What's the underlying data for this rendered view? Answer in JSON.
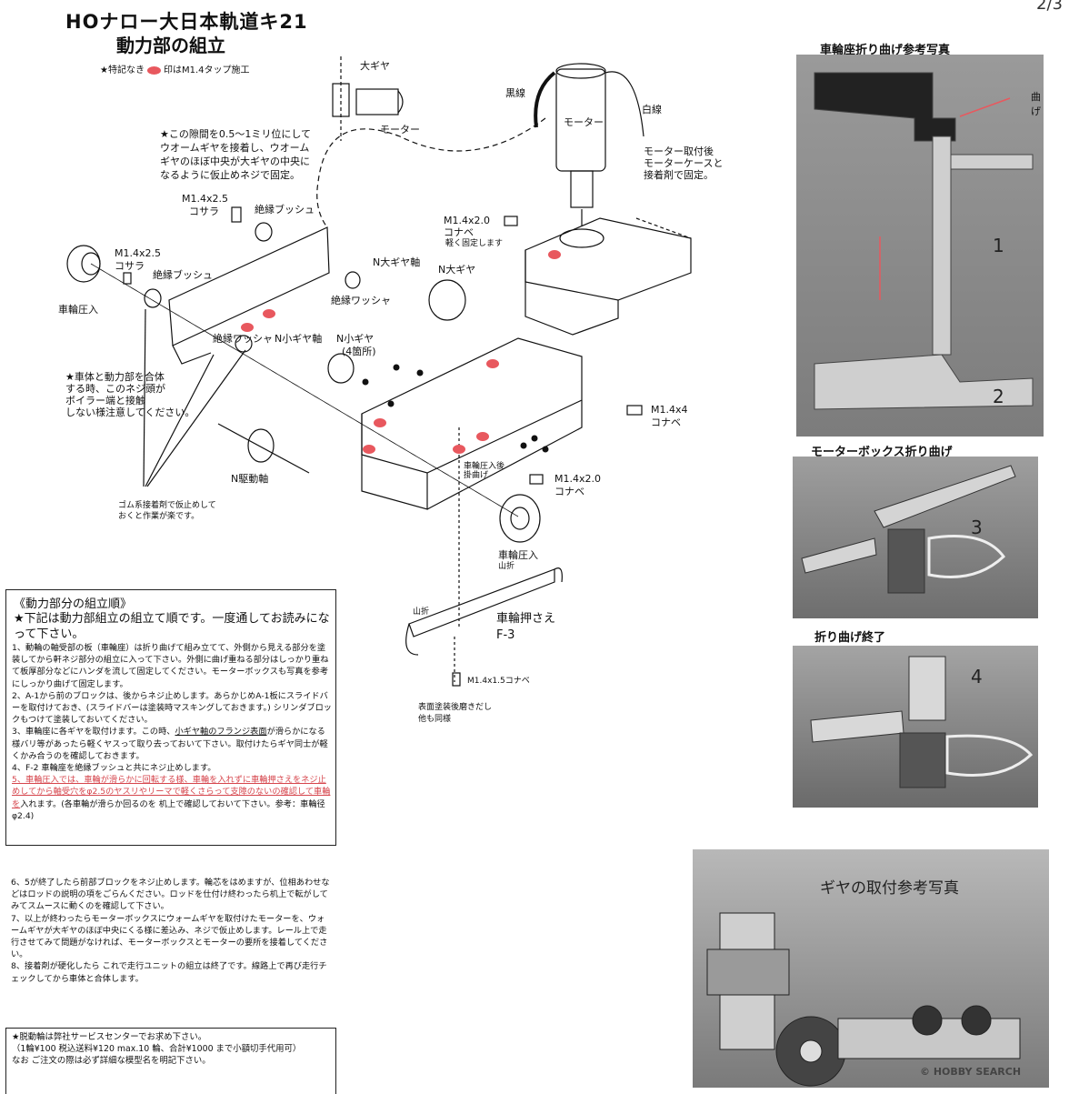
{
  "header": {
    "title_line1": "HOナロー大日本軌道キ21",
    "title_line2": "動力部の組立",
    "tap_note_pre": "★特記なき",
    "tap_note_post": "印はM1.4タップ施工",
    "page_number": "2/3"
  },
  "diagram_labels": {
    "big_gear_top": "大ギヤ",
    "motor_top": "モーター",
    "black_wire": "黒線",
    "white_wire": "白線",
    "motor_label": "モーター",
    "motor_mount_note": "モーター取付後\nモーターケースと\n接着剤で固定。",
    "gap_note": "★この隙間を0.5～1ミリ位にして\nウオームギヤを接着し、ウオーム\nギヤのほぼ中央が大ギヤの中央に\nなるように仮止めネジで固定。",
    "screw_a_spec": "M1.4x2.5",
    "screw_a_name": "コサラ",
    "insul_bush_a": "絶縁ブッシュ",
    "screw_b_spec": "M1.4x2.5",
    "screw_b_name": "コサラ",
    "insul_bush_b": "絶縁ブッシュ",
    "screw_c_spec": "M1.4x2.0",
    "screw_c_name": "コナベ",
    "screw_c_note": "軽く固定します",
    "wheel_press_left": "車輪圧入",
    "n_big_gear_shaft": "N大ギヤ軸",
    "n_big_gear": "N大ギヤ",
    "insul_washer_a": "絶縁ワッシャ",
    "insul_washer_b": "絶縁ワッシャ",
    "n_small_gear_shaft": "N小ギヤ軸",
    "n_small_gear": "N小ギヤ",
    "n_small_gear_count": "(4箇所)",
    "body_note": "★車体と動力部を合体\nする時、このネジ頭が\nボイラー端と接触\nしない様注意してください。",
    "screw_d_spec": "M1.4x4",
    "screw_d_name": "コナベ",
    "n_drive_shaft": "N駆動軸",
    "wheel_after_bend": "車輪圧入後\n掛曲げ",
    "screw_e_spec": "M1.4x2.0",
    "screw_e_name": "コナベ",
    "rubber_note": "ゴム系接着剤で仮止めして\nおくと作業が楽です。",
    "wheel_press_right": "車輪圧入",
    "mountain_fold_a": "山折",
    "mountain_fold_b": "山折",
    "wheel_retainer": "車輪押さえ",
    "wheel_retainer_code": "F-3",
    "screw_f": "M1.4x1.5コナベ",
    "paint_note": "表面塗装後磨きだし\n他も同様"
  },
  "procedure": {
    "heading": "《動力部分の組立順》",
    "intro": "★下記は動力部組立の組立て順です。一度通してお読みになって下さい。",
    "step1": "1、動輪の軸受部の板（車輪座）は折り曲げて組み立てて、外側から見える部分を塗装してから軒ネジ部分の組立に入って下さい。外側に曲げ重ねる部分はしっかり重ねて板厚部分などにハンダを流して固定してください。モーターボックスも写真を参考にしっかり曲げて固定します。",
    "step2": "2、A-1から前のブロックは、後からネジ止めします。あらかじめA-1板にスライドバーを取付けておき、(スライドバーは塗装時マスキングしておきます。) シリンダブロックもつけて塗装しておいてください。",
    "step3_pre": "3、車輪座に各ギヤを取付けます。この時、",
    "step3_ul": "小ギヤ軸のフランジ表面",
    "step3_post": "が滑らかになる様バリ等があったら軽くヤスって取り去っておいて下さい。取付けたらギヤ同士が軽くかみ合うのを確認しておきます。",
    "step4": "4、F-2 車輪座を絶縁ブッシュと共にネジ止めします。",
    "step5_red": "5、車輪圧入では、車輪が滑らかに回転する様、車輪を入れずに車輪押さえをネジ止めしてから軸受穴をφ2.5のヤスリやリーマで軽くさらって支障のないの確認して車輪を",
    "step5_tail": "入れます。(各車輪が滑らか回るのを 机上で確認しておいて下さい。参考：車輪径φ2.4)",
    "step6": "6、5が終了したら前部ブロックをネジ止めします。輪芯をはめますが、位相あわせなどはロッドの説明の項をごらんください。ロッドを仕付け終わったら机上で転がしてみてスムースに動くのを確認して下さい。",
    "step7": "7、以上が終わったらモーターボックスにウォームギヤを取付けたモーターを、ウォームギヤが大ギヤのほぼ中央にくる様に差込み、ネジで仮止めします。レール上で走行させてみて問題がなければ、モーターボックスとモーターの要所を接着してください。",
    "step8": "8、接着剤が硬化したら これで走行ユニットの組立は終了です。線路上で再び走行チェックしてから車体と合体します。"
  },
  "footer": {
    "line1": "★脱動輪は弊社サービスセンターでお求め下さい。",
    "line2": "（1輪¥100 税込送料¥120 max.10 輪、合計¥1000 まで小額切手代用可）",
    "line3": "なお ご注文の際は必ず詳細な模型名を明記下さい。"
  },
  "photos": {
    "photo1_caption": "車輪座折り曲げ参考写真",
    "photo1_arrow_text": "曲げ",
    "photo1_num_a": "1",
    "photo1_num_b": "2",
    "photo2_caption": "モーターボックス折り曲げ",
    "photo2_num": "3",
    "photo3_caption": "折り曲げ終了",
    "photo3_num": "4",
    "photo4_caption": "ギヤの取付参考写真"
  },
  "watermark": "© HOBBY SEARCH",
  "colors": {
    "tap_red": "#e8585e",
    "text_red": "#d6464d",
    "photo_gray": "#8a8a8a"
  }
}
